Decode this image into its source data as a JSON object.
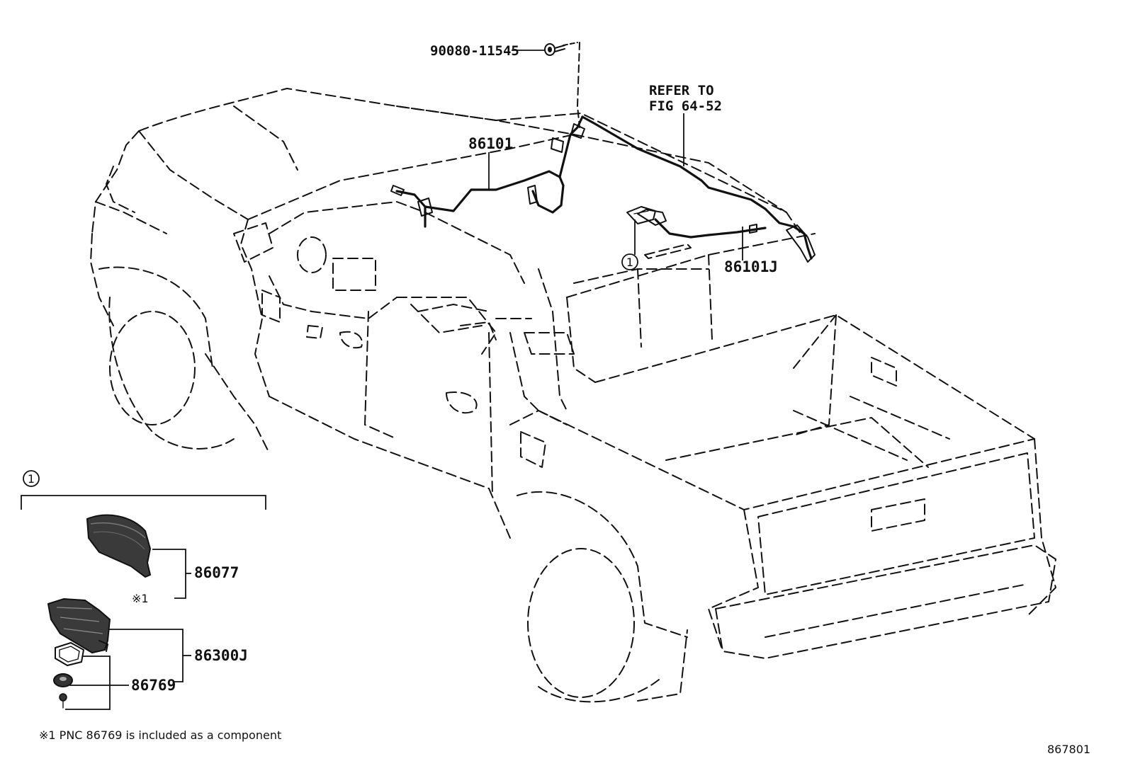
{
  "callouts": {
    "bolt": "90080-11545",
    "refer_line1": "REFER TO",
    "refer_line2": "FIG 64-52",
    "harness_front": "86101",
    "harness_roof": "86101J",
    "group_marker": "1",
    "group_marker_legend": "1",
    "antenna_cover": "86077",
    "antenna_note_mark": "※1",
    "antenna_assembly": "86300J",
    "pad": "86769"
  },
  "footnote": "※1 PNC 86769 is included as a component",
  "figure_number": "867801"
}
